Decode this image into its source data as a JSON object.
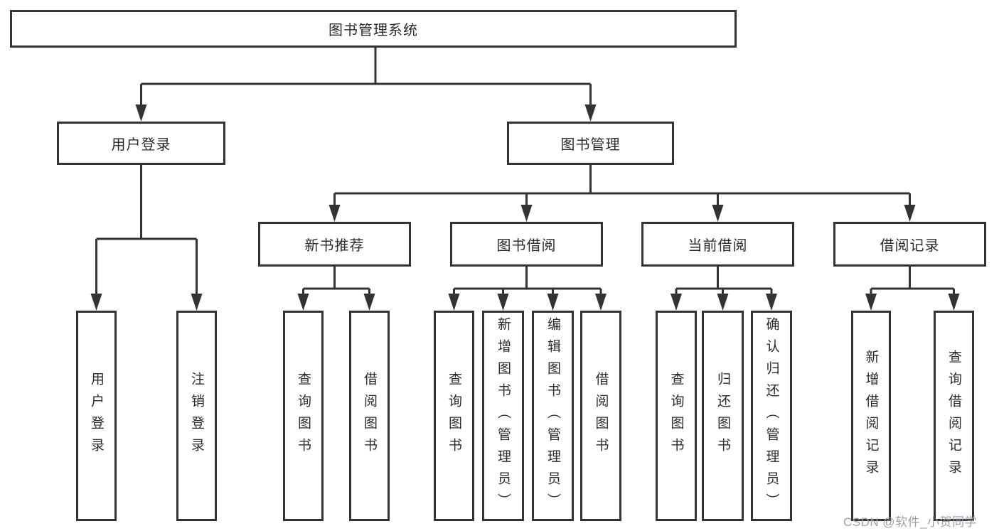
{
  "title": "图书管理系统",
  "watermark": "CSDN @软件_小贺同学",
  "colors": {
    "background": "#ffffff",
    "line": "#333333",
    "box_border": "#333333",
    "box_fill": "#ffffff",
    "text": "#2b2b2b",
    "watermark": "#9ba1a9"
  },
  "tree": {
    "label": "图书管理系统",
    "children": [
      {
        "label": "用户登录",
        "children": [
          {
            "label": "用户登录"
          },
          {
            "label": "注销登录"
          }
        ]
      },
      {
        "label": "图书管理",
        "children": [
          {
            "label": "新书推荐",
            "children": [
              {
                "label": "查询图书"
              },
              {
                "label": "借阅图书"
              }
            ]
          },
          {
            "label": "图书借阅",
            "children": [
              {
                "label": "查询图书"
              },
              {
                "label": "新增图书（管理员）"
              },
              {
                "label": "编辑图书（管理员）"
              },
              {
                "label": "借阅图书"
              }
            ]
          },
          {
            "label": "当前借阅",
            "children": [
              {
                "label": "查询图书"
              },
              {
                "label": "归还图书"
              },
              {
                "label": "确认归还（管理员）"
              }
            ]
          },
          {
            "label": "借阅记录",
            "children": [
              {
                "label": "新增借阅记录"
              },
              {
                "label": "查询借阅记录"
              }
            ]
          }
        ]
      }
    ]
  }
}
